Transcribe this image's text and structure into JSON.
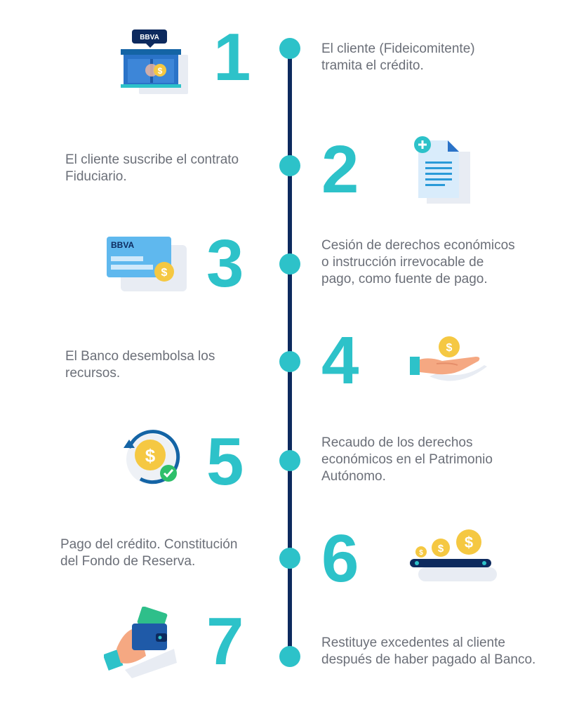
{
  "steps": [
    {
      "number": "1",
      "lines": [
        "El cliente (Fideicomitente)",
        "tramita el crédito."
      ],
      "icon": "bank-branch-icon",
      "icon_label": "BBVA"
    },
    {
      "number": "2",
      "lines": [
        "El cliente suscribe  el contrato",
        "Fiduciario."
      ],
      "icon": "document-add-icon"
    },
    {
      "number": "3",
      "lines": [
        "Cesión de derechos económicos",
        "o instrucción irrevocable de",
        "pago, como fuente de pago."
      ],
      "icon": "bank-card-icon",
      "icon_label": "BBVA"
    },
    {
      "number": "4",
      "lines": [
        "El Banco desembolsa los",
        "recursos."
      ],
      "icon": "hand-coin-icon"
    },
    {
      "number": "5",
      "lines": [
        "Recaudo de los derechos",
        "económicos en el Patrimonio",
        "Autónomo."
      ],
      "icon": "coin-cycle-check-icon"
    },
    {
      "number": "6",
      "lines": [
        "Pago del crédito. Constitución",
        "del Fondo de Reserva."
      ],
      "icon": "coins-conveyor-icon"
    },
    {
      "number": "7",
      "lines": [
        "Restituye excedentes al cliente",
        "después de haber pagado al Banco."
      ],
      "icon": "wallet-hand-icon"
    }
  ],
  "colors": {
    "accent": "#2dc2c9",
    "spine": "#0d2a5e",
    "text": "#6b6f78",
    "coin": "#f5c842",
    "brand": "#1464a5"
  }
}
